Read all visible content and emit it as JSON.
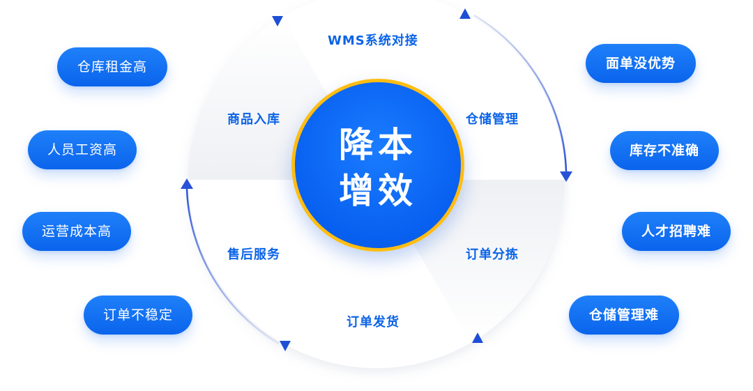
{
  "center": {
    "line1": "降本",
    "line2": "增效"
  },
  "steps": {
    "wms": "WMS系统对接",
    "storage": "仓储管理",
    "picking": "订单分拣",
    "shipping": "订单发货",
    "after_sales": "售后服务",
    "inbound": "商品入库"
  },
  "left_pills": [
    "仓库租金高",
    "人员工资高",
    "运营成本高",
    "订单不稳定"
  ],
  "right_pills": [
    "面单没优势",
    "库存不准确",
    "人才招聘难",
    "仓储管理难"
  ],
  "colors": {
    "primary_blue": "#0b63e6",
    "ring_gold": "#ffbd14",
    "arrow_blue": "#2a52d8"
  },
  "icons": [
    "triangle-marker-icon",
    "arc-arrow-icon"
  ]
}
